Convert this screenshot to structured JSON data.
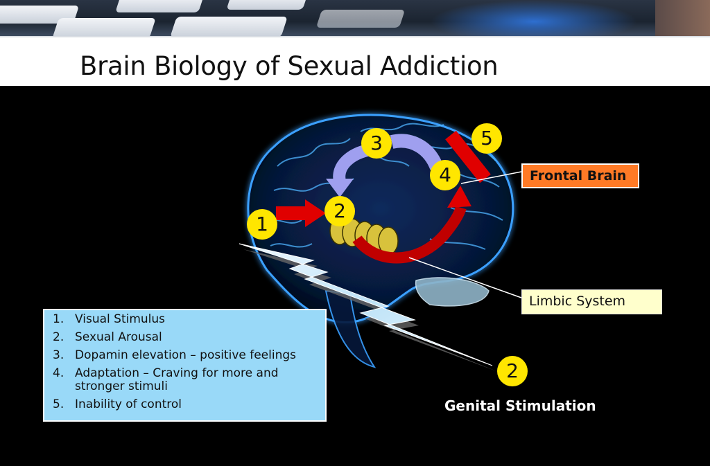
{
  "title": "Brain Biology of Sexual Addiction",
  "badges": {
    "b1": "1",
    "b2": "2",
    "b3": "3",
    "b4": "4",
    "b5": "5",
    "b2_genital": "2"
  },
  "labels": {
    "frontal": "Frontal Brain",
    "limbic": "Limbic System",
    "genital": "Genital Stimulation"
  },
  "legend": [
    {
      "num": "1.",
      "text": "Visual Stimulus"
    },
    {
      "num": "2.",
      "text": "Sexual Arousal"
    },
    {
      "num": "3.",
      "text": "Dopamin elevation  – positive feelings"
    },
    {
      "num": "4.",
      "text": "Adaptation – Craving for more and stronger stimuli"
    },
    {
      "num": "5.",
      "text": "Inability of control"
    }
  ],
  "colors": {
    "badge": "#ffe600",
    "frontal_box": "#ff7a26",
    "limbic_box": "#ffffcc",
    "legend_box": "#99d9f8",
    "arrow_red": "#e00000",
    "arrow_lavender": "#9f9fef",
    "brain_glow": "#3aa0ff"
  },
  "icons": [
    "brain-image",
    "lightning-bolt-icon",
    "stop-bar-icon",
    "arrow-right-icon",
    "curved-arrow-icon"
  ]
}
